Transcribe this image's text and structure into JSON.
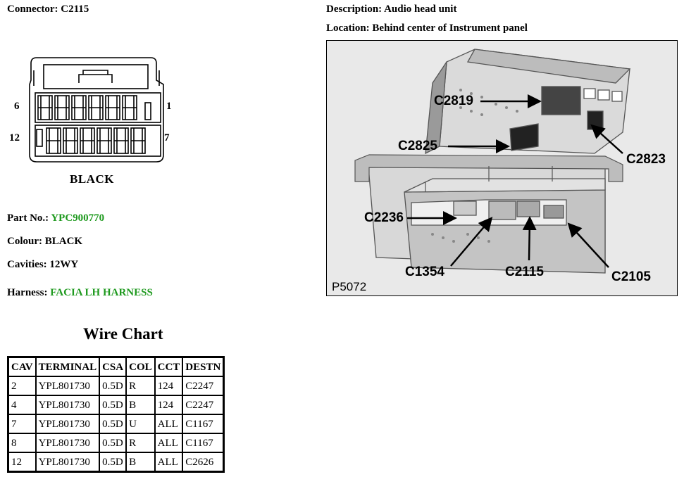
{
  "connector": {
    "label": "Connector: C2115"
  },
  "description": {
    "label": "Description: Audio head unit"
  },
  "location": {
    "label": "Location: Behind center of Instrument panel"
  },
  "diagram": {
    "pin_top_left": "6",
    "pin_top_right": "1",
    "pin_bottom_left": "12",
    "pin_bottom_right": "7",
    "colour_caption": "BLACK"
  },
  "details": {
    "part_no_label": "Part No.: ",
    "part_no_value": "YPC900770",
    "colour_label": "Colour: BLACK",
    "cavities_label": "Cavities: 12WY",
    "harness_label": "Harness: ",
    "harness_value": "FACIA LH HARNESS",
    "accent_color": "#1f9a1f"
  },
  "wire_chart": {
    "title": "Wire Chart",
    "headers": [
      "CAV",
      "TERMINAL",
      "CSA",
      "COL",
      "CCT",
      "DESTN"
    ],
    "rows": [
      [
        "2",
        "YPL801730",
        "0.5D",
        "R",
        "124",
        "C2247"
      ],
      [
        "4",
        "YPL801730",
        "0.5D",
        "B",
        "124",
        "C2247"
      ],
      [
        "7",
        "YPL801730",
        "0.5D",
        "U",
        "ALL",
        "C1167"
      ],
      [
        "8",
        "YPL801730",
        "0.5D",
        "R",
        "ALL",
        "C1167"
      ],
      [
        "12",
        "YPL801730",
        "0.5D",
        "B",
        "ALL",
        "C2626"
      ]
    ]
  },
  "photo": {
    "ref": "P5072",
    "callouts": {
      "c2819": "C2819",
      "c2825": "C2825",
      "c2823": "C2823",
      "c2236": "C2236",
      "c1354": "C1354",
      "c2115": "C2115",
      "c2105": "C2105"
    }
  }
}
